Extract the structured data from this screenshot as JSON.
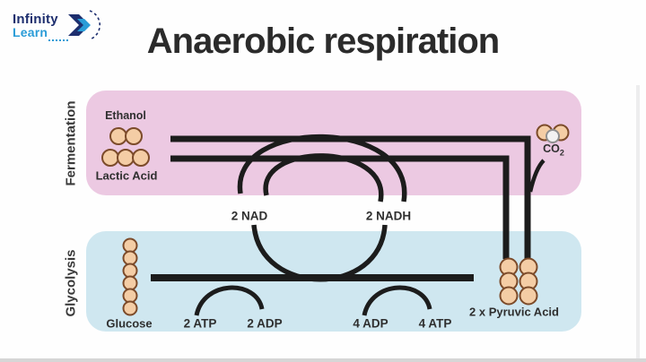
{
  "logo": {
    "line1": "Infinity",
    "line2": "Learn"
  },
  "title": "Anaerobic respiration",
  "sections": {
    "fermentation": "Fermentation",
    "glycolysis": "Glycolysis"
  },
  "labels": {
    "ethanol": "Ethanol",
    "lactic_acid": "Lactic Acid",
    "co2_symbol": "CO",
    "co2_subscript": "2",
    "nad": "2 NAD",
    "nadh": "2 NADH",
    "atp_in": "2 ATP",
    "adp_out": "2 ADP",
    "adp_in": "4 ADP",
    "atp_out": "4 ATP",
    "glucose": "Glucose",
    "pyruvic_acid": "2 x Pyruvic Acid"
  },
  "colors": {
    "fermentation_band": "#ecc9e2",
    "glycolysis_band": "#cfe7f0",
    "molecule_fill": "#f4cda5",
    "molecule_stroke": "#7c4b2a",
    "co2_center_fill": "#f2f2f2",
    "arrow": "#1c1c1c",
    "logo_primary": "#1d2e6e",
    "logo_secondary": "#2a9cd7"
  }
}
